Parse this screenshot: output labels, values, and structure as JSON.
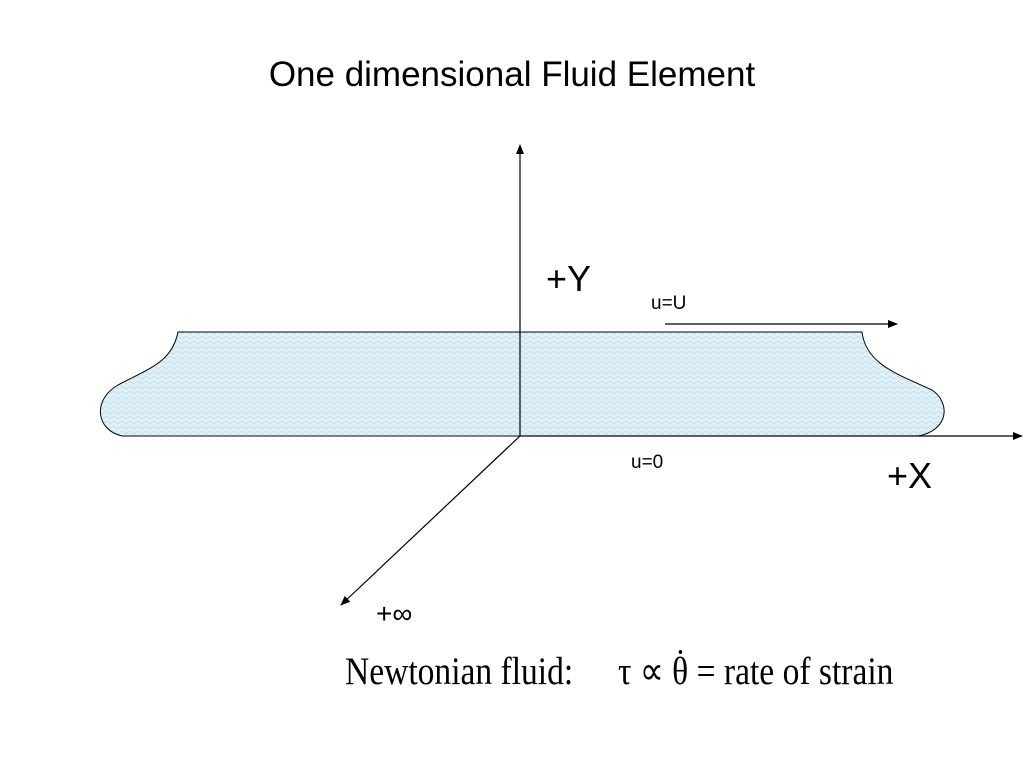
{
  "title": "One dimensional Fluid Element",
  "axes": {
    "y_label": "+Y",
    "x_label": "+X",
    "z_label": "+∞"
  },
  "velocity": {
    "top_label": "u=U",
    "bottom_label": "u=0"
  },
  "equation": {
    "prefix": "Newtonian fluid:",
    "tau": "τ",
    "propto": "∝",
    "theta": "θ",
    "rest": "= rate of  strain"
  },
  "colors": {
    "fluid_fill": "#dff0f6",
    "fluid_pattern": "#b9dbe8",
    "line": "#000000"
  }
}
